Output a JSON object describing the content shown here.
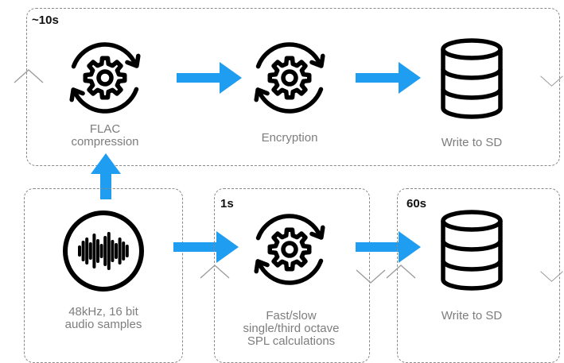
{
  "colors": {
    "arrow": "#1e9df1",
    "icon": "#000000",
    "border": "#8a8a8a",
    "label": "#7d7d7d"
  },
  "top_group": {
    "timing": "~10s",
    "stages": [
      {
        "icon": "gear-cycle-icon",
        "label": "FLAC compression",
        "label_lines": [
          "FLAC",
          "compression"
        ]
      },
      {
        "icon": "gear-cycle-icon",
        "label": "Encryption"
      },
      {
        "icon": "database-icon",
        "label": "Write to SD"
      }
    ]
  },
  "source": {
    "icon": "audio-waveform-icon",
    "label_lines": [
      "48kHz, 16 bit",
      "audio samples"
    ]
  },
  "spl_group": {
    "timing": "1s",
    "icon": "gear-cycle-icon",
    "label_lines": [
      "Fast/slow",
      "single/third octave",
      "SPL calculations"
    ]
  },
  "write_group": {
    "timing": "60s",
    "icon": "database-icon",
    "label": "Write to SD"
  }
}
